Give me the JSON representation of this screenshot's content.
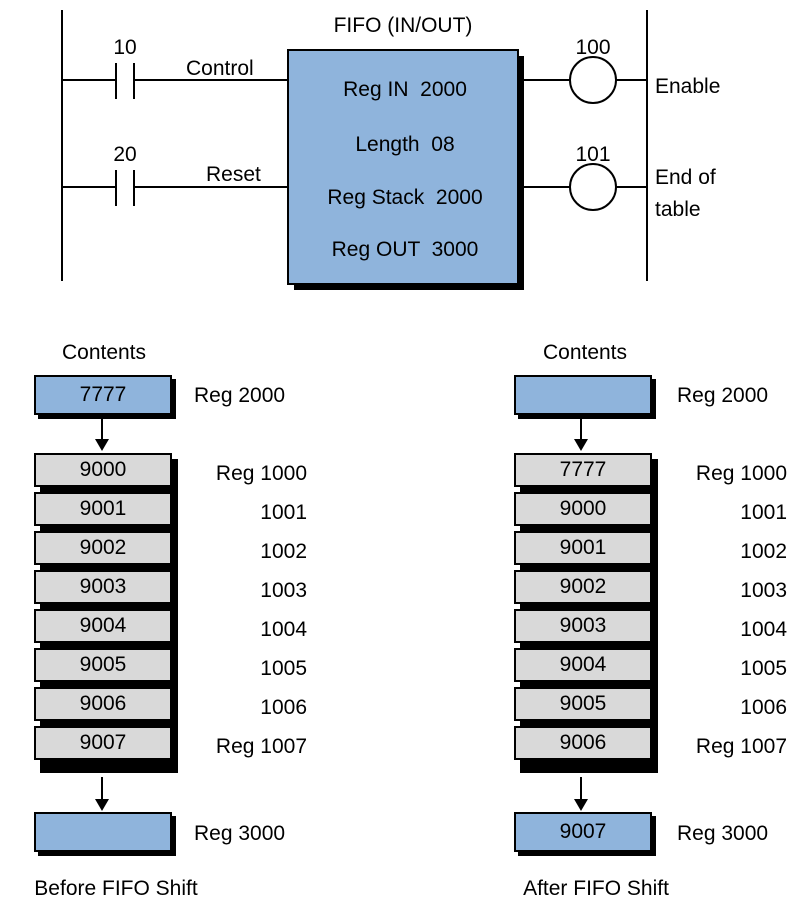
{
  "ladder": {
    "contacts": [
      {
        "address": "10",
        "signal": "Control"
      },
      {
        "address": "20",
        "signal": "Reset"
      }
    ],
    "fifo": {
      "title": "FIFO (IN/OUT)",
      "lines": [
        "Reg IN  2000",
        "Length  08",
        "Reg Stack  2000",
        "Reg OUT  3000"
      ]
    },
    "coils": [
      {
        "address": "100",
        "label": "Enable"
      },
      {
        "address": "101",
        "label_line1": "End of",
        "label_line2": "table"
      }
    ]
  },
  "before": {
    "header": "Contents",
    "input_value": "7777",
    "input_reg": "Reg 2000",
    "stack_values": [
      "9000",
      "9001",
      "9002",
      "9003",
      "9004",
      "9005",
      "9006",
      "9007"
    ],
    "stack_regs": [
      "Reg 1000",
      "1001",
      "1002",
      "1003",
      "1004",
      "1005",
      "1006",
      "Reg 1007"
    ],
    "output_value": "",
    "output_reg": "Reg 3000",
    "caption": "Before FIFO Shift"
  },
  "after": {
    "header": "Contents",
    "input_value": "",
    "input_reg": "Reg 2000",
    "stack_values": [
      "7777",
      "9000",
      "9001",
      "9002",
      "9003",
      "9004",
      "9005",
      "9006"
    ],
    "stack_regs": [
      "Reg 1000",
      "1001",
      "1002",
      "1003",
      "1004",
      "1005",
      "1006",
      "Reg 1007"
    ],
    "output_value": "9007",
    "output_reg": "Reg 3000",
    "caption": "After FIFO Shift"
  }
}
